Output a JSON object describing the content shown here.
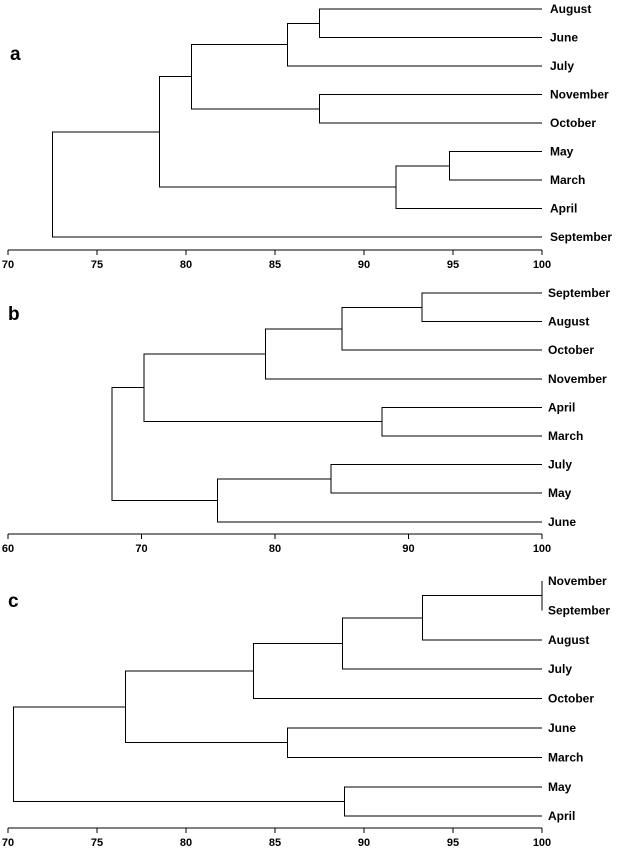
{
  "panels": [
    {
      "letter": "a",
      "axis": {
        "min": 70,
        "max": 100,
        "ticks": [
          70,
          75,
          80,
          85,
          90,
          95,
          100
        ]
      },
      "leaves": [
        "August",
        "June",
        "July",
        "November",
        "October",
        "May",
        "March",
        "April",
        "September"
      ],
      "merges": [
        {
          "a": "August",
          "b": "June",
          "h": 87.5
        },
        {
          "a": "November",
          "b": "October",
          "h": 87.5
        },
        {
          "a": "May",
          "b": "March",
          "h": 94.8
        },
        {
          "a": 0,
          "b": "July",
          "h": 85.7
        },
        {
          "a": "April",
          "b": 2,
          "h": 91.8
        },
        {
          "a": 3,
          "b": 1,
          "h": 80.3
        },
        {
          "a": 5,
          "b": 4,
          "h": 78.5
        },
        {
          "a": 6,
          "b": "September",
          "h": 72.5
        }
      ]
    },
    {
      "letter": "b",
      "axis": {
        "min": 60,
        "max": 100,
        "ticks": [
          60,
          70,
          80,
          90,
          100
        ]
      },
      "leaves": [
        "September",
        "August",
        "October",
        "November",
        "April",
        "March",
        "July",
        "May",
        "June"
      ],
      "merges": [
        {
          "a": "September",
          "b": "August",
          "h": 91
        },
        {
          "a": "April",
          "b": "March",
          "h": 88
        },
        {
          "a": "July",
          "b": "May",
          "h": 84.2
        },
        {
          "a": 0,
          "b": "October",
          "h": 85
        },
        {
          "a": 3,
          "b": "November",
          "h": 79.3
        },
        {
          "a": 4,
          "b": 1,
          "h": 70.2
        },
        {
          "a": 2,
          "b": "June",
          "h": 75.7
        },
        {
          "a": 5,
          "b": 6,
          "h": 67.8
        }
      ]
    },
    {
      "letter": "c",
      "axis": {
        "min": 70,
        "max": 100,
        "ticks": [
          70,
          75,
          80,
          85,
          90,
          95,
          100
        ]
      },
      "leaves": [
        "November",
        "September",
        "August",
        "July",
        "October",
        "June",
        "March",
        "May",
        "April"
      ],
      "merges": [
        {
          "a": "November",
          "b": "September",
          "h": 100
        },
        {
          "a": 0,
          "b": "August",
          "h": 93.3
        },
        {
          "a": 1,
          "b": "July",
          "h": 88.8
        },
        {
          "a": 2,
          "b": "October",
          "h": 83.8
        },
        {
          "a": "June",
          "b": "March",
          "h": 85.7
        },
        {
          "a": 3,
          "b": 4,
          "h": 76.6
        },
        {
          "a": "May",
          "b": "April",
          "h": 88.9
        },
        {
          "a": 5,
          "b": 6,
          "h": 70.3
        }
      ]
    }
  ]
}
